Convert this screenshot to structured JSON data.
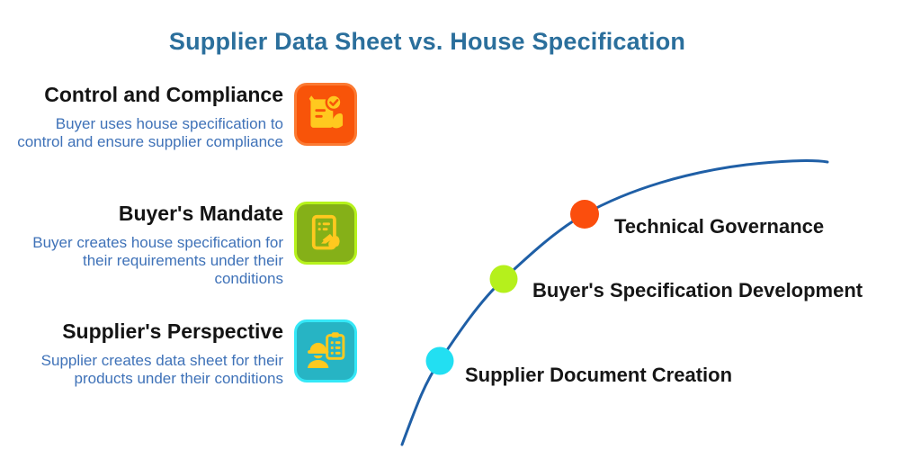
{
  "title": "Supplier Data Sheet vs. House Specification",
  "title_color": "#2b6f9c",
  "left_items": [
    {
      "heading": "Control and Compliance",
      "description": "Buyer uses house specification to control and ensure supplier compliance",
      "icon": "clipboard-check-hand-icon",
      "tile_color": "#f85409",
      "tile_border": "#fb7a33",
      "glyph_color": "#ffc91f"
    },
    {
      "heading": "Buyer's Mandate",
      "description": "Buyer creates house specification for their requirements under their conditions",
      "icon": "document-signing-icon",
      "tile_color": "#85b018",
      "tile_border": "#b6f21c",
      "glyph_color": "#ffc91f"
    },
    {
      "heading": "Supplier's Perspective",
      "description": "Supplier creates data sheet for their products under their conditions",
      "icon": "worker-clipboard-icon",
      "tile_color": "#27b4c4",
      "tile_border": "#35e8f7",
      "glyph_color": "#ffc91f"
    }
  ],
  "curve": {
    "color": "#1f5fa6",
    "points": [
      {
        "label": "Supplier Document Creation",
        "color": "#22dff2"
      },
      {
        "label": "Buyer's Specification Development",
        "color": "#b5f01c"
      },
      {
        "label": "Technical Governance",
        "color": "#fb4e0d"
      }
    ]
  }
}
